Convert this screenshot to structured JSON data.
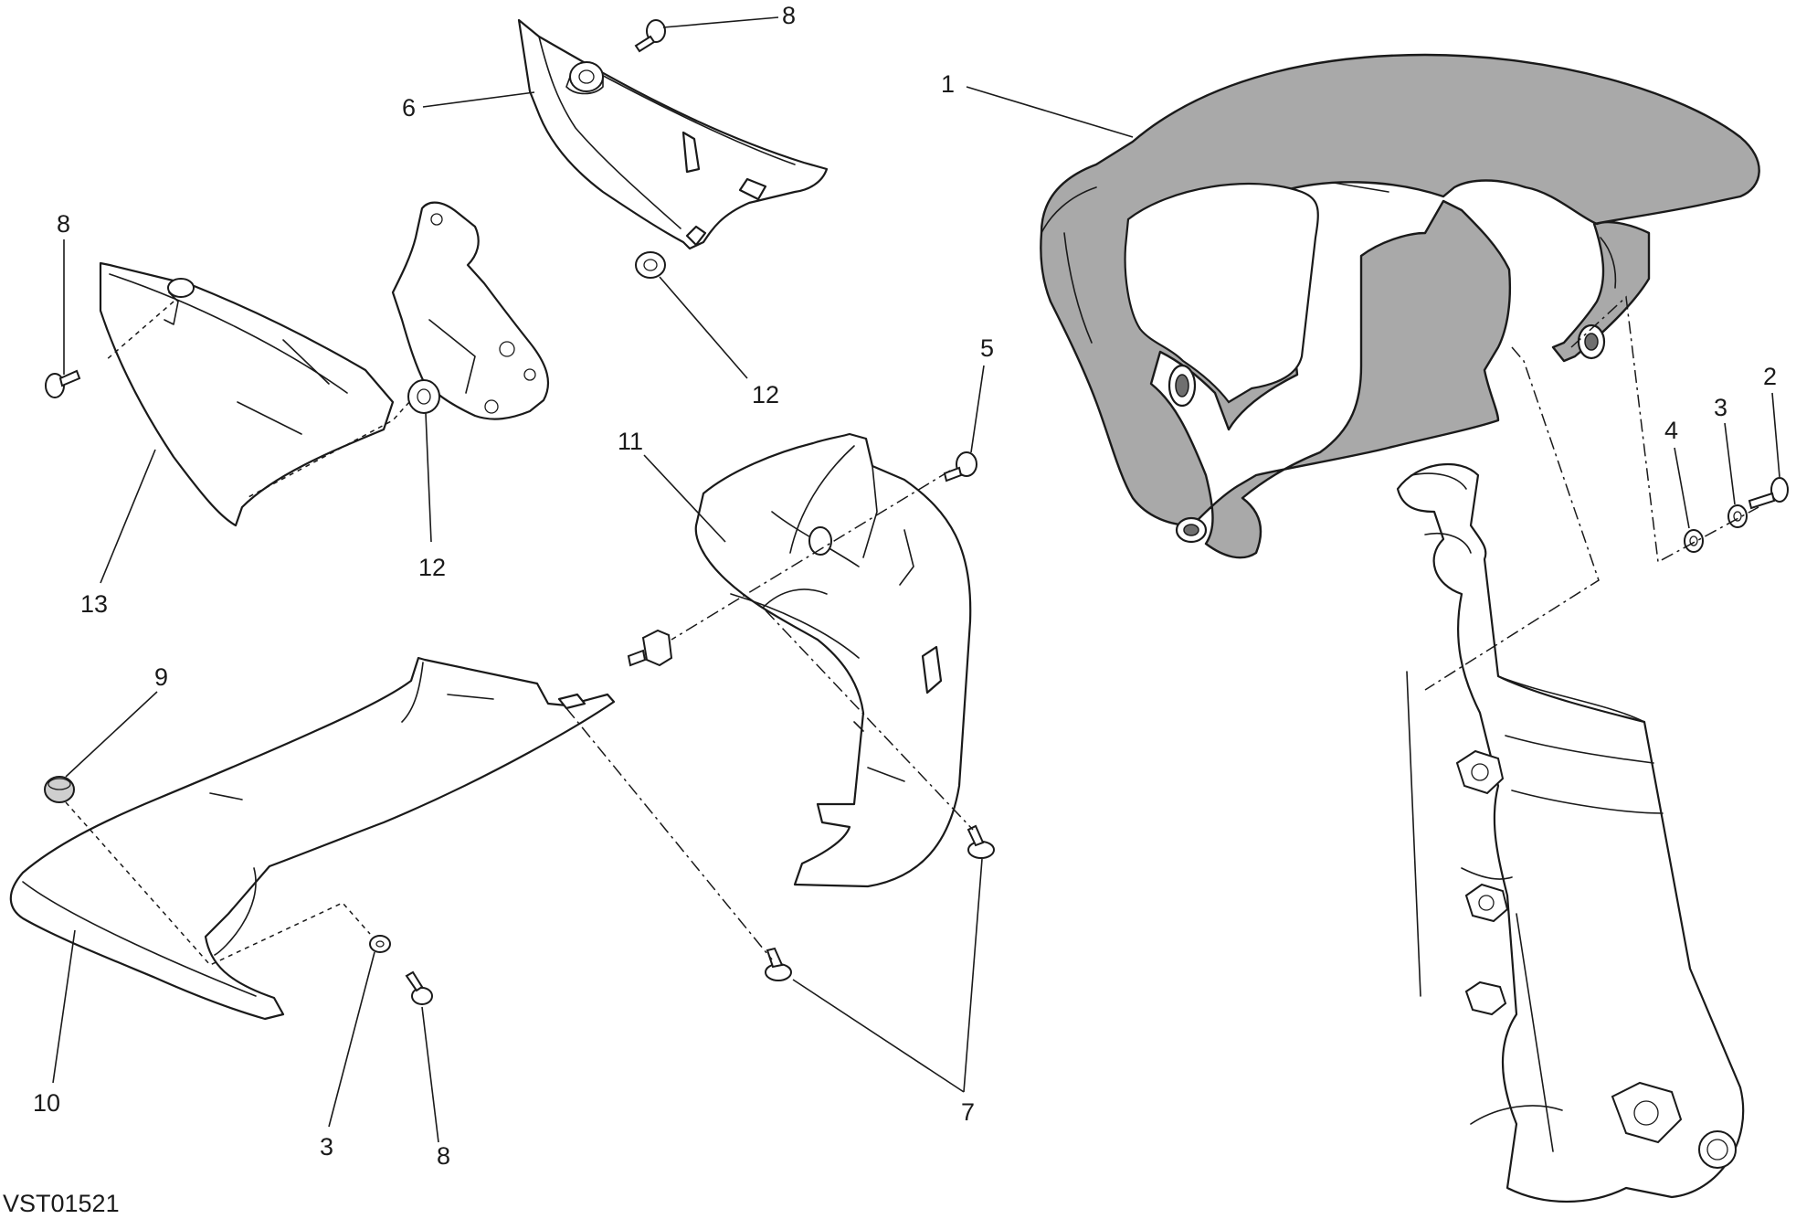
{
  "diagram": {
    "drawing_code": "VST01521",
    "callouts": [
      {
        "id": "c-1",
        "text": "1"
      },
      {
        "id": "c-2",
        "text": "2"
      },
      {
        "id": "c-3a",
        "text": "3"
      },
      {
        "id": "c-4",
        "text": "4"
      },
      {
        "id": "c-5",
        "text": "5"
      },
      {
        "id": "c-6",
        "text": "6"
      },
      {
        "id": "c-7",
        "text": "7"
      },
      {
        "id": "c-8a",
        "text": "8"
      },
      {
        "id": "c-8b",
        "text": "8"
      },
      {
        "id": "c-9",
        "text": "9"
      },
      {
        "id": "c-10",
        "text": "10"
      },
      {
        "id": "c-11",
        "text": "11"
      },
      {
        "id": "c-12a",
        "text": "12"
      },
      {
        "id": "c-12b",
        "text": "12"
      },
      {
        "id": "c-13",
        "text": "13"
      },
      {
        "id": "c-3b",
        "text": "3"
      },
      {
        "id": "c-8c",
        "text": "8"
      }
    ],
    "colors": {
      "line": "#1a1a1a",
      "fender_fill": "#a9a9a9",
      "background": "#ffffff"
    }
  }
}
